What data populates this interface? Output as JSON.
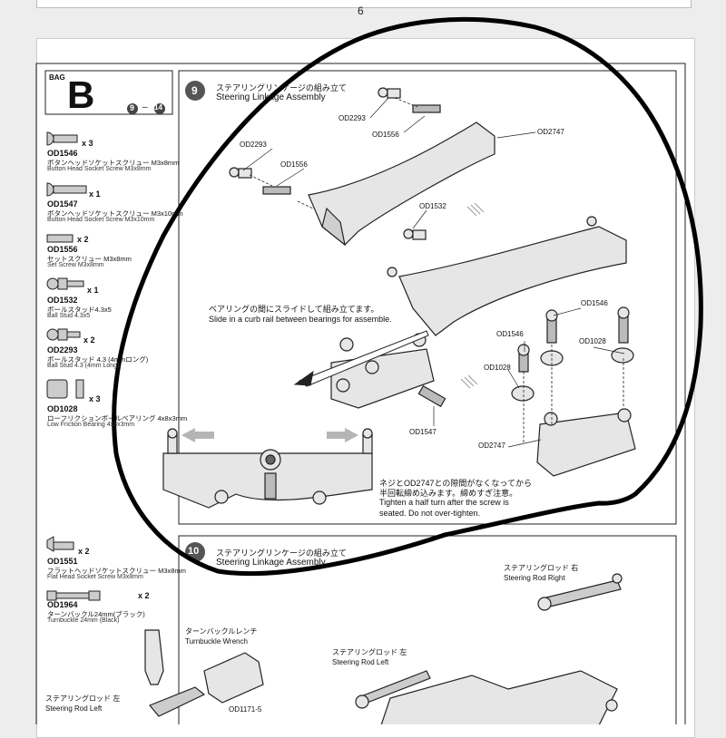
{
  "page_number": "6",
  "bag": {
    "label": "BAG",
    "letter": "B",
    "range_start": "9",
    "range_dash": "–",
    "range_end": "14"
  },
  "parts": [
    {
      "code": "OD1546",
      "jp": "ボタンヘッドソケットスクリュー M3x8mm",
      "en": "Button Head Socket Screw M3x8mm",
      "qty": "x 3"
    },
    {
      "code": "OD1547",
      "jp": "ボタンヘッドソケットスクリュー M3x10mm",
      "en": "Button Head Socket Screw M3x10mm",
      "qty": "x 1"
    },
    {
      "code": "OD1556",
      "jp": "セットスクリュー M3x8mm",
      "en": "Set Screw M3x8mm",
      "qty": "x 2"
    },
    {
      "code": "OD1532",
      "jp": "ボールスタッド4.3x5",
      "en": "Ball Stud 4.3x5",
      "qty": "x 1"
    },
    {
      "code": "OD2293",
      "jp": "ボールスタッド 4.3 (4mmロング)",
      "en": "Ball Stud 4.3 (4mm Long)",
      "qty": "x 2"
    },
    {
      "code": "OD1028",
      "jp": "ローフリクションボールベアリング 4x8x3mm",
      "en": "Low Friction Bearing 4x8x3mm",
      "qty": "x 3"
    },
    {
      "code": "OD1551",
      "jp": "フラットヘッドソケットスクリュー M3x8mm",
      "en": "Flat Head Socket Screw M3x8mm",
      "qty": "x 2"
    },
    {
      "code": "OD1964",
      "jp": "ターンバックル24mm(ブラック)",
      "en": "Turnbuckle 24mm (Black)",
      "qty": "x 2"
    }
  ],
  "step9": {
    "number": "9",
    "title_jp": "ステアリングリンケージの組み立て",
    "title_en": "Steering Linkage Assembly",
    "callouts": [
      "OD2293",
      "OD1556",
      "OD2747",
      "OD2293",
      "OD1556",
      "OD1532",
      "OD1546",
      "OD1546",
      "OD1028",
      "OD1028",
      "OD1547",
      "OD2747"
    ],
    "note1_jp": "ベアリングの間にスライドして組み立てます。",
    "note1_en": "Slide in a curb rail between bearings for assemble.",
    "note2_jp1": "ネジとOD2747との隙間がなくなってから",
    "note2_jp2": "半回転締め込みます。締めすぎ注意。",
    "note2_en1": "Tighten a half turn after the screw is",
    "note2_en2": "seated. Do not over-tighten."
  },
  "step10": {
    "number": "10",
    "title_jp": "ステアリングリンケージの組み立て",
    "title_en": "Steering Linkage Assembly",
    "wrench_jp": "ターンバックルレンチ",
    "wrench_en": "Turnbuckle Wrench",
    "rod_right_jp": "ステアリングロッド 右",
    "rod_right_en": "Steering Rod Right",
    "rod_left_jp": "ステアリングロッド 左",
    "rod_left_en": "Steering Rod Left",
    "rod_left2_jp": "ステアリングロッド 左",
    "rod_left2_en": "Steering Rod Left",
    "callout": "OD1171-5"
  },
  "colors": {
    "ink": "#111111",
    "page": "#ffffff",
    "background": "#ededed",
    "arrow_gray": "#b5b5b5"
  }
}
